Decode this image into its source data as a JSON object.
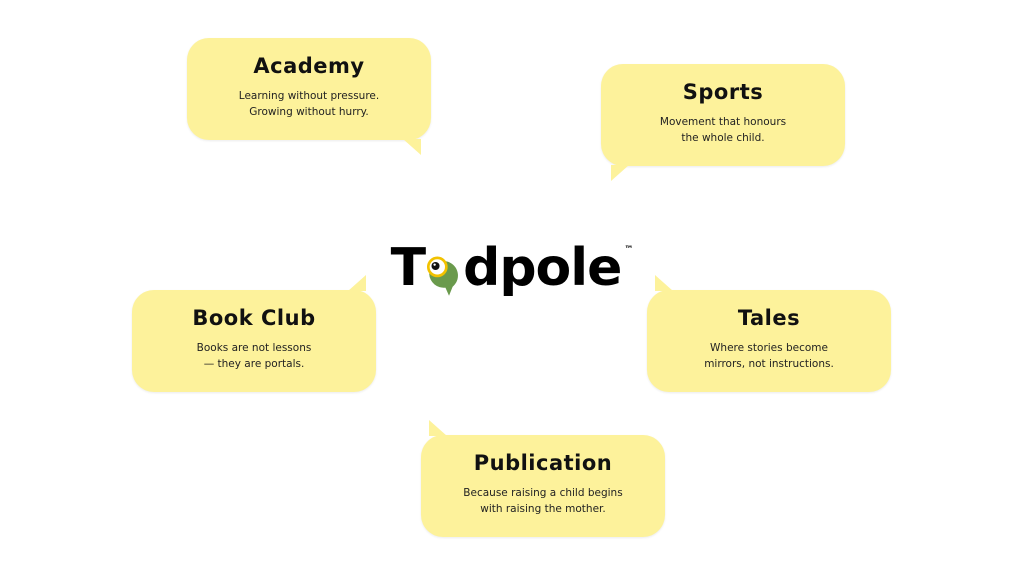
{
  "logo": {
    "text_before": "T",
    "text_after": "dpole",
    "trademark": "™"
  },
  "colors": {
    "bubble": "#fdf29b",
    "logo_green": "#6a9a4c",
    "logo_eye": "#f2c200"
  },
  "bubbles": [
    {
      "title": "Academy",
      "line1": "Learning without pressure.",
      "line2": "Growing without hurry."
    },
    {
      "title": "Sports",
      "line1": "Movement that honours",
      "line2": "the whole child."
    },
    {
      "title": "Book Club",
      "line1": "Books are not lessons",
      "line2": "— they are portals."
    },
    {
      "title": "Tales",
      "line1": "Where stories become",
      "line2": "mirrors, not instructions."
    },
    {
      "title": "Publication",
      "line1": "Because raising a child begins",
      "line2": "with raising the mother."
    }
  ]
}
